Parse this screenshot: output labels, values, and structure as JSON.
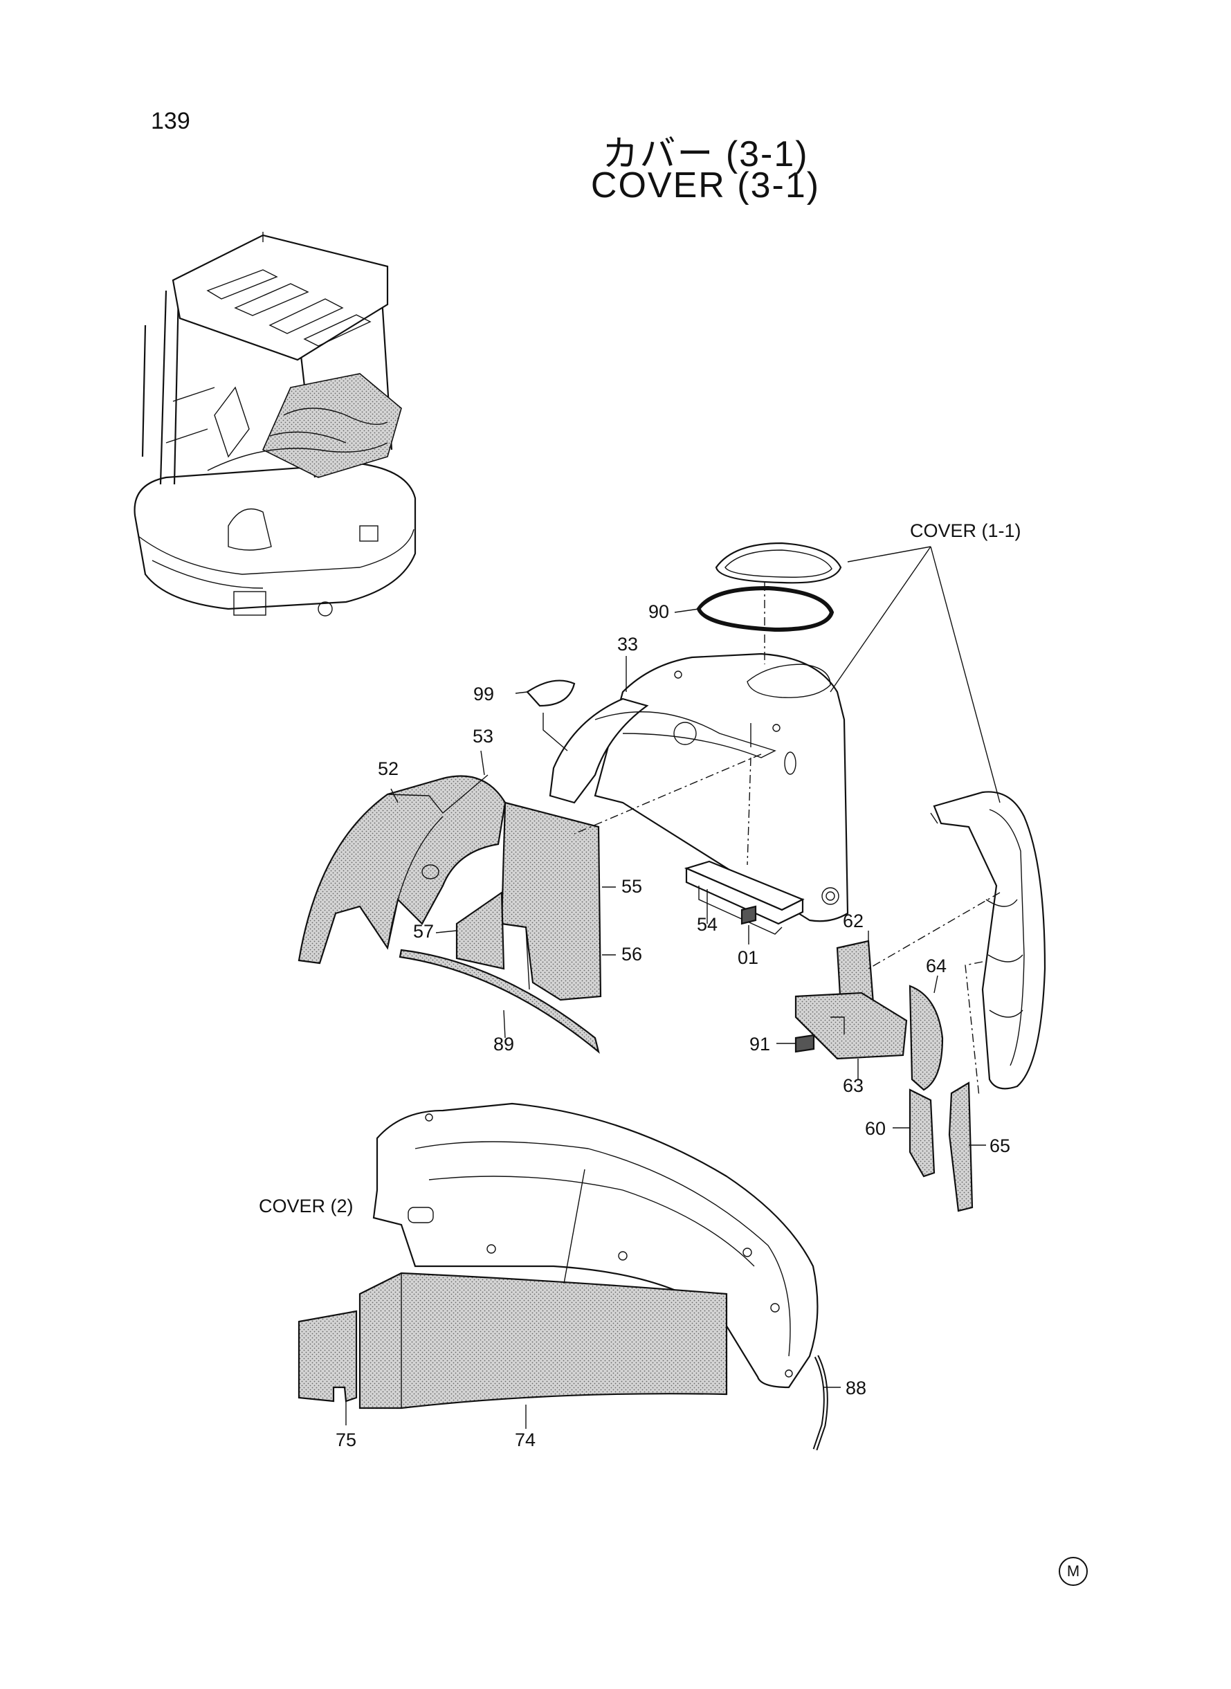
{
  "page_number": "139",
  "title": {
    "japanese": "カバー (3-1)",
    "english": "COVER (3-1)"
  },
  "callouts": {
    "cover_1_1": "COVER (1-1)",
    "cover_2": "COVER (2)",
    "p90": "90",
    "p33": "33",
    "p99": "99",
    "p52": "52",
    "p53": "53",
    "p55": "55",
    "p57": "57",
    "p56": "56",
    "p54": "54",
    "p01": "01",
    "p89": "89",
    "p62": "62",
    "p64": "64",
    "p91": "91",
    "p63": "63",
    "p60": "60",
    "p65": "65",
    "p88": "88",
    "p75": "75",
    "p74": "74"
  },
  "marker": "M"
}
